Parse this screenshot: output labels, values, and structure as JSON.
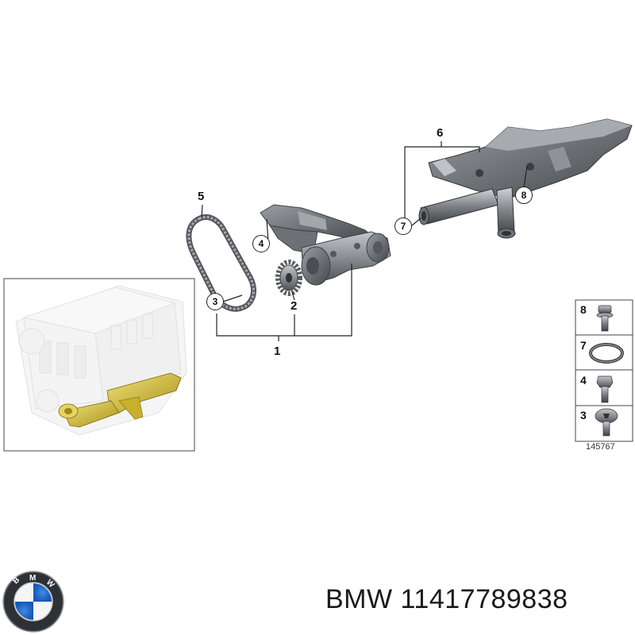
{
  "callouts": {
    "c1": "1",
    "c2": "2",
    "c3": "3",
    "c4": "4",
    "c5": "5",
    "c6": "6",
    "c7": "7",
    "c8": "8"
  },
  "legend": {
    "rows": [
      {
        "num": "8",
        "part": "bolt-with-washer"
      },
      {
        "num": "7",
        "part": "o-ring"
      },
      {
        "num": "4",
        "part": "hex-bolt"
      },
      {
        "num": "3",
        "part": "torx-round-head-screw"
      }
    ],
    "diagram_number": "145767"
  },
  "footer": {
    "brand": "BMW",
    "part_number": "11417789838",
    "logo_text": "BMW"
  },
  "colors": {
    "part_dark": "#5a5d61",
    "part_mid": "#8a8d91",
    "part_light": "#b9bcc0",
    "highlight": "#d8c23a",
    "line": "#222222",
    "bmw_blue": "#1c69d4"
  }
}
